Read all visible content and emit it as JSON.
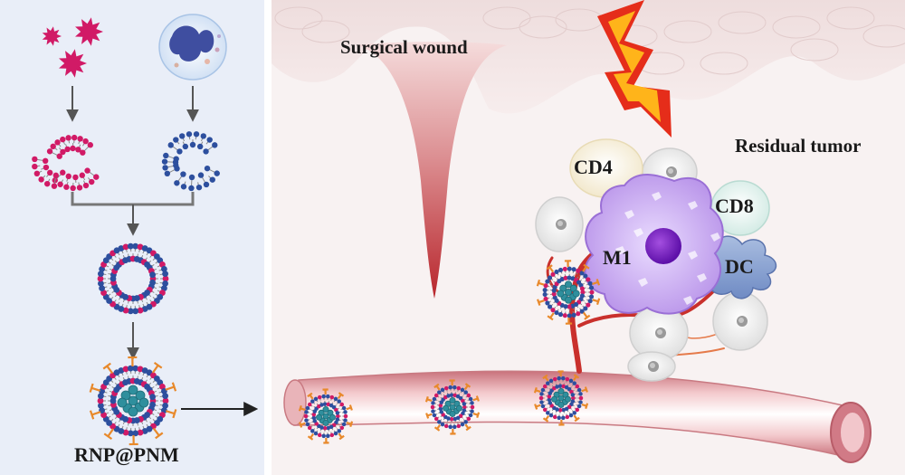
{
  "labels": {
    "surgical_wound": "Surgical wound",
    "residual_tumor": "Residual tumor",
    "cd4": "CD4",
    "cd8": "CD8",
    "m1": "M1",
    "dc": "DC",
    "product": "RNP@PNM"
  },
  "colors": {
    "left_panel": "#e9eef8",
    "skin": "#f3e4e4",
    "wound": "#c0262b",
    "vessel": "#e8aeb4",
    "lipid_blue": "#2d4f9e",
    "lipid_pink": "#d11a66",
    "macrophage": "#c5a6ec",
    "nucleus": "#7b1ec8",
    "ligand": "#e8892b",
    "core": "#2f8f9d",
    "bolt_outer": "#e52d1a",
    "bolt_inner": "#ffb41a"
  },
  "icons": [
    "platelet-icon",
    "neutrophil-icon",
    "bolt-icon",
    "macrophage-icon",
    "dendritic-cell-icon",
    "t-cell-icon",
    "nanoparticle-icon",
    "blood-vessel-icon"
  ]
}
